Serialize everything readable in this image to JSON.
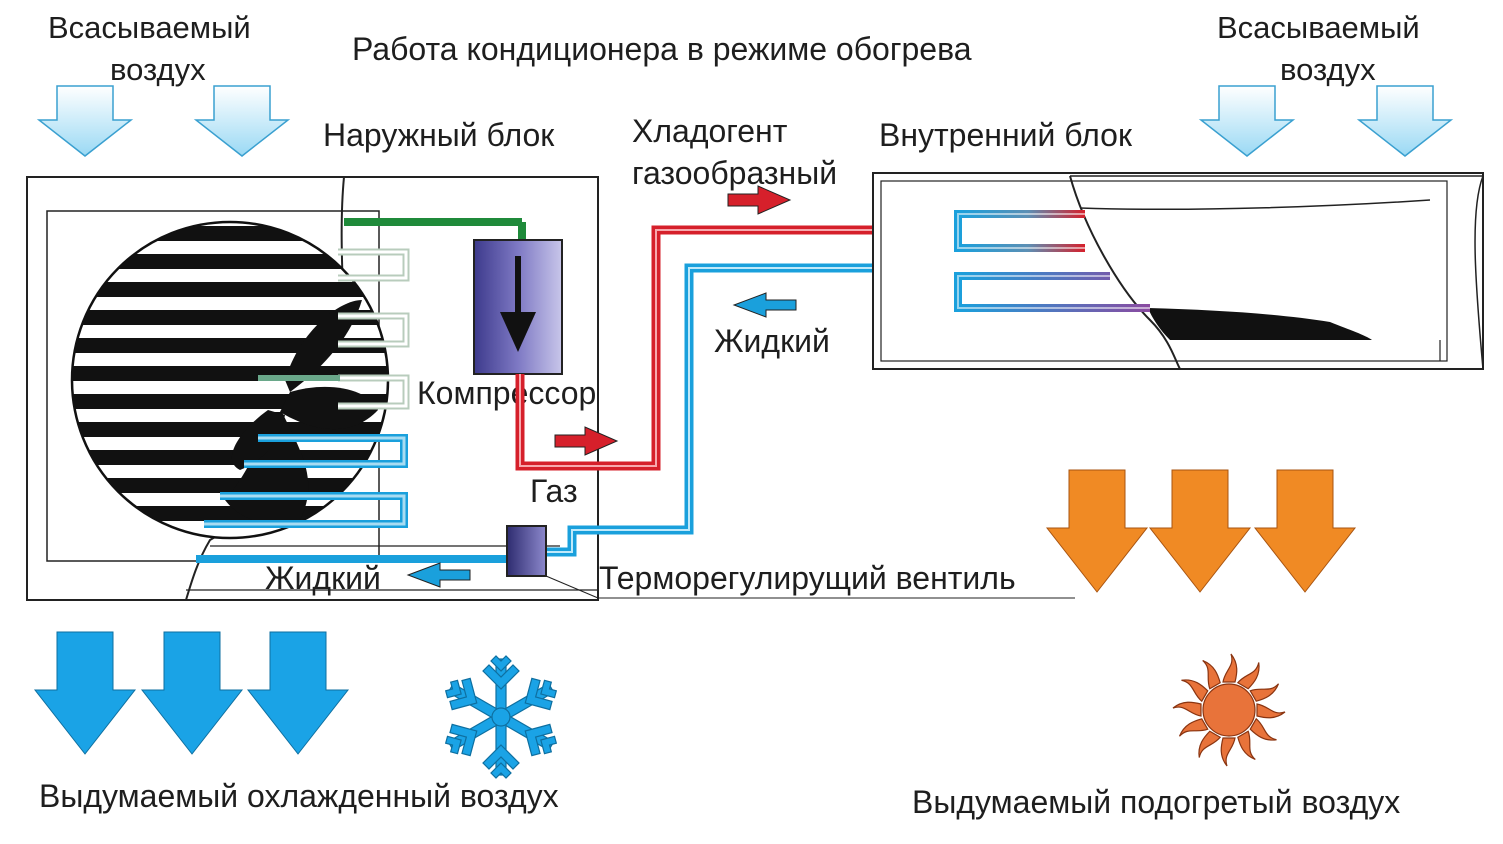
{
  "title": "Работа кондиционера  в режиме обогрева",
  "labels": {
    "intake_left_line1": "Всасываемый",
    "intake_left_line2": "воздух",
    "intake_right_line1": "Всасываемый",
    "intake_right_line2": "воздух",
    "outdoor_unit": "Наружный блок",
    "indoor_unit": "Внутренний блок",
    "refrigerant_line1": "Хладогент",
    "refrigerant_line2": "газообразный",
    "liquid_top": "Жидкий",
    "liquid_bottom": "Жидкий",
    "compressor": "Компрессор",
    "gas": "Газ",
    "expansion_valve": "Терморегулирущий вентиль",
    "cold_air_out": "Выдумаемый охлажденный воздух",
    "warm_air_out": "Выдумаемый подогретый воздух"
  },
  "colors": {
    "hot_pipe": "#d6202b",
    "cold_pipe": "#1aa0dc",
    "green_pipe": "#1f8a3a",
    "cold_arrow": "#1aa3e6",
    "warm_arrow": "#f08a24",
    "intake_arrow": "#bfe7f8",
    "compressor": "#6a65b0",
    "sun": "#e8733a",
    "snowflake": "#1aa3e6"
  },
  "icons": [
    "snowflake-icon",
    "sun-icon",
    "fan-icon",
    "compressor-icon",
    "valve-icon"
  ]
}
